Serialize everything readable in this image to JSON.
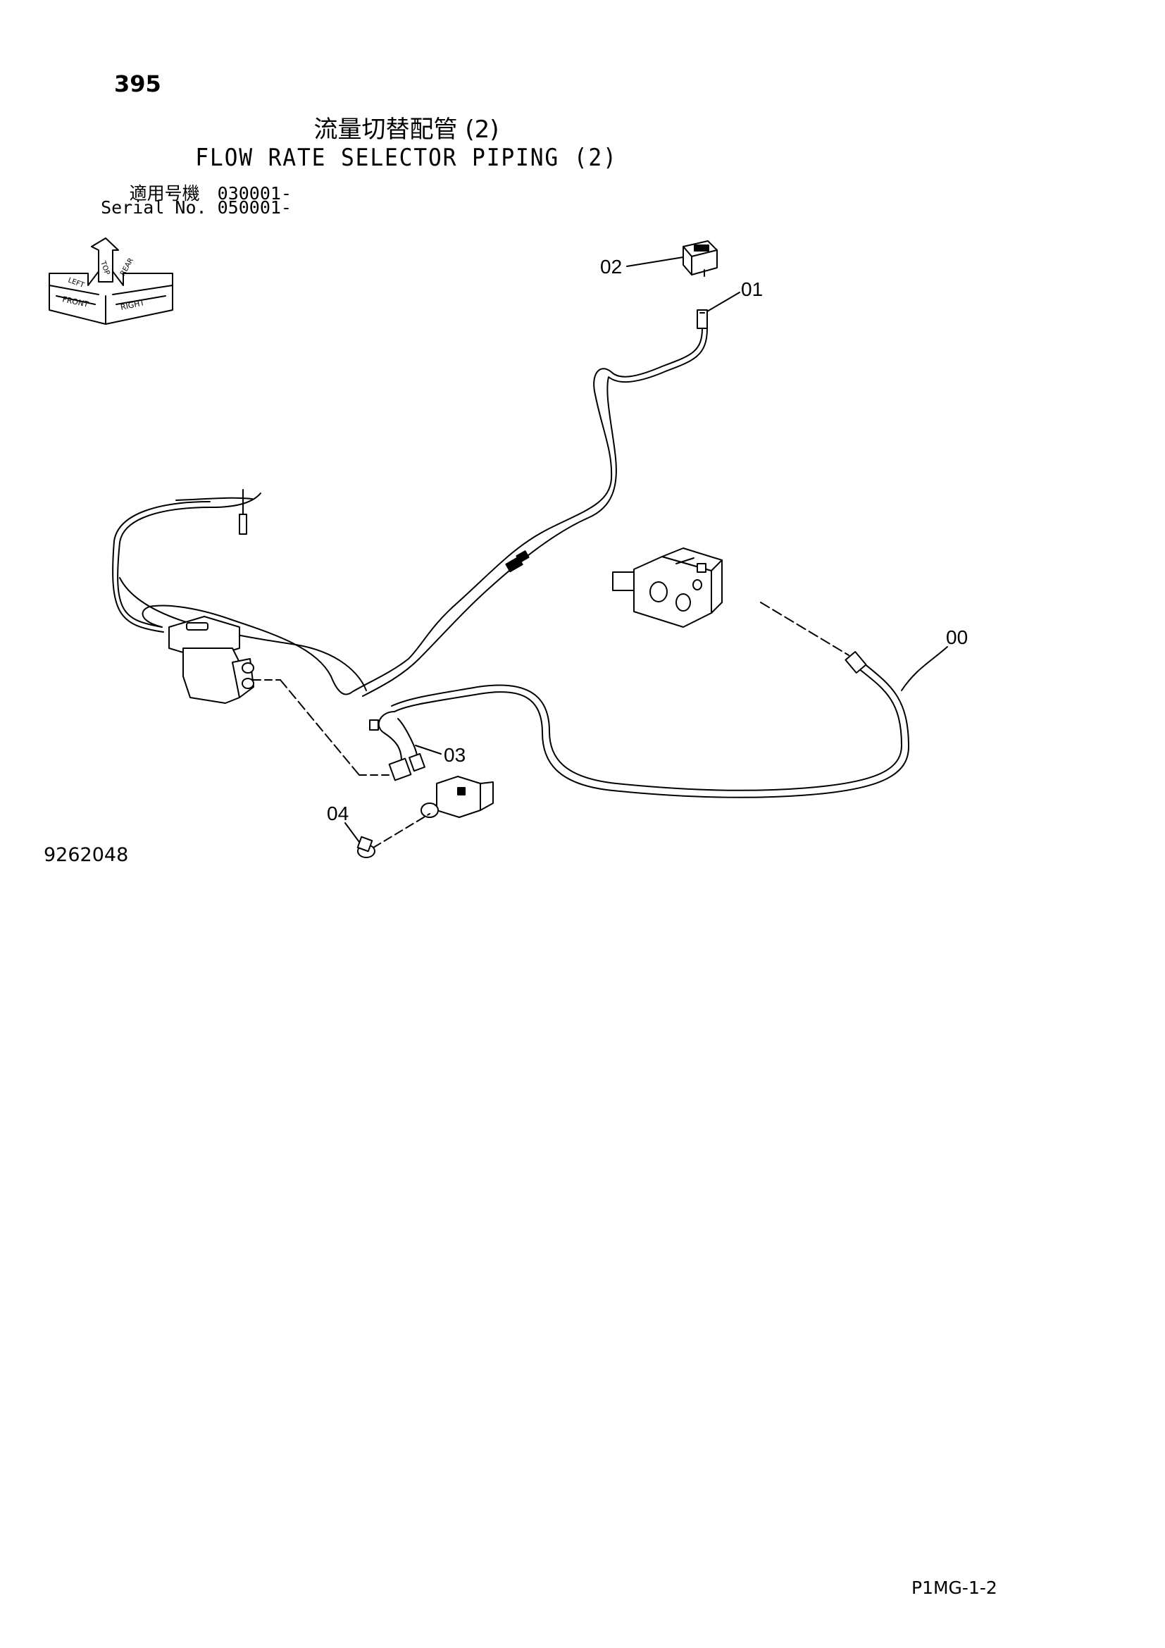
{
  "header": {
    "page_number": "395",
    "title_jp": "流量切替配管 (2)",
    "title_en": "FLOW RATE SELECTOR PIPING (2)",
    "serial_jp": "適用号機　030001-",
    "serial_en": "Serial No. 050001-"
  },
  "orientation_indicator": {
    "labels": [
      "TOP",
      "FRONT",
      "RIGHT",
      "LEFT",
      "REAR"
    ]
  },
  "callouts": {
    "c00": "00",
    "c01": "01",
    "c02": "02",
    "c03": "03",
    "c04": "04"
  },
  "footer": {
    "drawing_number": "9262048",
    "page_code": "P1MG-1-2"
  }
}
